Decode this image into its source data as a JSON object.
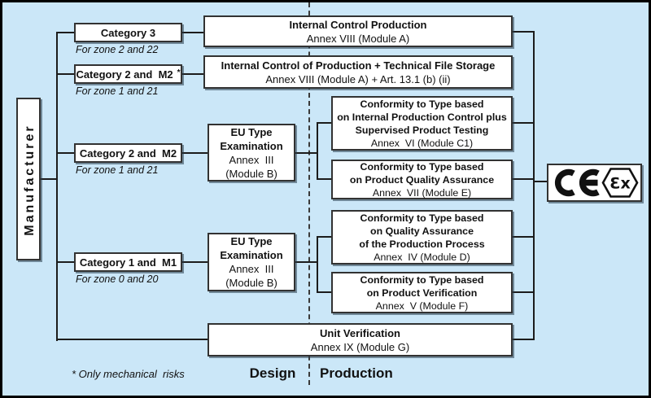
{
  "boxes": {
    "manufacturer": "Manufacturer",
    "cat3": {
      "label": "Category 3",
      "zone": "For zone 2 and 22"
    },
    "cat2m2_star": {
      "label": "Category 2 and  M2",
      "star": "*",
      "zone": "For zone 1 and 21"
    },
    "cat2m2": {
      "label": "Category 2 and  M2",
      "zone": "For zone 1 and 21"
    },
    "cat1m1": {
      "label": "Category 1 and  M1",
      "zone": "For zone 0 and 20"
    },
    "module_a": {
      "l1": "Internal Control Production",
      "l2": "Annex VIII (Module A)"
    },
    "module_b": {
      "l1": "Internal Control of Production + Technical File Storage",
      "l2": "Annex VIII (Module A) + Art. 13.1 (b) (ii)"
    },
    "eu_type_1": {
      "l1": "EU Type",
      "l2": "Examination",
      "l3": "Annex  III",
      "l4": "(Module B)"
    },
    "eu_type_2": {
      "l1": "EU Type",
      "l2": "Examination",
      "l3": "Annex  III",
      "l4": "(Module B)"
    },
    "module_c1": {
      "l1": "Conformity to Type based",
      "l2": "on Internal Production Control plus",
      "l3": "Supervised Product Testing",
      "l4": "Annex  VI (Module C1)"
    },
    "module_e": {
      "l1": "Conformity to Type based",
      "l2": "on Product Quality Assurance",
      "l3": "Annex  VII (Module E)"
    },
    "module_d": {
      "l1": "Conformity to Type based",
      "l2": "on Quality Assurance",
      "l3": "of the Production Process",
      "l4": "Annex  IV (Module D)"
    },
    "module_f": {
      "l1": "Conformity to Type based",
      "l2": "on Product Verification",
      "l3": "Annex  V (Module F)"
    },
    "unit_g": {
      "l1": "Unit Verification",
      "l2": "Annex IX (Module G)"
    }
  },
  "marks": {
    "ce": "CE",
    "ex": "Ɛx"
  },
  "footer": {
    "footnote": "* Only mechanical  risks",
    "design": "Design",
    "production": "Production"
  },
  "colors": {
    "background": "#cbe7f8",
    "box_fill": "#ffffff",
    "box_border": "#323232",
    "line": "#1c1c1c"
  }
}
